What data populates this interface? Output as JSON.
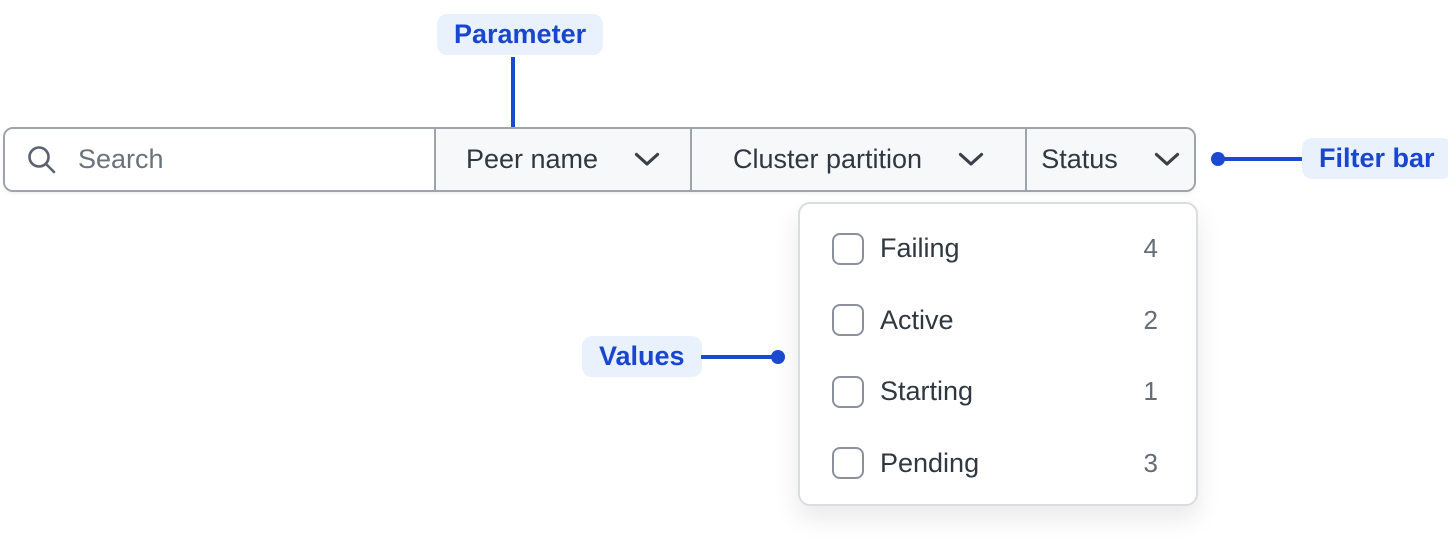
{
  "colors": {
    "accent_blue": "#1B4AD1",
    "badge_bg": "#E9F1FD",
    "badge_text": "#1846CE",
    "bar_border": "#9EA4AC",
    "section_bg": "#F7F8F9",
    "text_dark": "#2F3741",
    "placeholder_gray": "#6A727D",
    "count_gray": "#646C78",
    "checkbox_border": "#8B929D",
    "panel_border": "#D9DCE0"
  },
  "annotations": {
    "parameter": {
      "label": "Parameter"
    },
    "filter_bar": {
      "label": "Filter bar"
    },
    "values": {
      "label": "Values"
    }
  },
  "filter_bar": {
    "search": {
      "placeholder": "Search",
      "value": ""
    },
    "dropdowns": [
      {
        "label": "Peer name"
      },
      {
        "label": "Cluster partition"
      },
      {
        "label": "Status"
      }
    ]
  },
  "status_dropdown": {
    "options": [
      {
        "label": "Failing",
        "count": "4",
        "checked": false
      },
      {
        "label": "Active",
        "count": "2",
        "checked": false
      },
      {
        "label": "Starting",
        "count": "1",
        "checked": false
      },
      {
        "label": "Pending",
        "count": "3",
        "checked": false
      }
    ]
  }
}
